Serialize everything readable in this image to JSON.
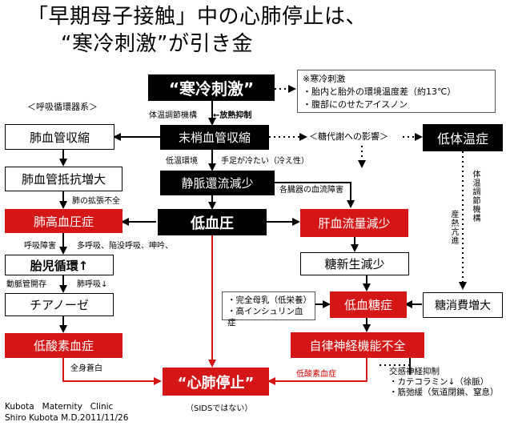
{
  "title": {
    "line1": "「早期母子接触」中の心肺停止は、",
    "line2": "“寒冷刺激”が引き金"
  },
  "section_label": "＜呼吸循環器系＞",
  "nodes": {
    "cold": "“寒冷刺激”",
    "peripheral": "末梢血管収縮",
    "low_temp": "低体温症",
    "pulm_constrict": "肺血管収縮",
    "pulm_resist": "肺血管抵抗増大",
    "venous": "静脈還流減少",
    "pulm_htn": "肺高血圧症",
    "hypotension": "低血圧",
    "liver": "肝血流量減少",
    "fetal": "胎児循環↑",
    "gluconeo": "糖新生減少",
    "cyanosis": "チアノーゼ",
    "hypoglycemia": "低血糖症",
    "glucose_use": "糖消費増大",
    "hypoxemia": "低酸素血症",
    "autonomic": "自律神経機能不全",
    "arrest": "“心肺停止”"
  },
  "notes": {
    "cold_causes": [
      "※寒冷刺激",
      "・胎内と胎外の環境温度差（約13℃）",
      "・腹部にのせたアイスノン"
    ],
    "hypoglycemia_causes": [
      "・完全母乳（低栄養）",
      "・高インシュリン血症"
    ],
    "sympathetic": [
      "交感神経抑制",
      "・カテコラミン↓（徐脈）",
      "・筋弛緩（気道閉鎖、窒息）"
    ]
  },
  "labels": {
    "thermo": "体温調節機構",
    "release_inhibit": "←放熱抑制",
    "low_env": "低温環境",
    "cold_hands": "手足が冷たい（冷え性）",
    "sugar_effect": "＜糖代謝への影響＞",
    "organ_flow": "各臓器の血流障害",
    "pulm_dilate": "肺の拡張不全",
    "resp_distress": "呼吸障害",
    "breathing": "多呼吸、陥没呼吸、呻吟、",
    "ductus": "動脈管開存",
    "pulm_breath": "肺呼吸↓",
    "whole_pale": "全身蒼白",
    "hypoxemia_red": "低酸素血症",
    "sids": "（SIDSではない）",
    "vertical_thermo": "体温調節機構",
    "vertical_heat": "産熱亢進"
  },
  "credit": {
    "line1": "Kubota   Maternity   Clinic",
    "line2": "Shiro Kubota M.D.2011/11/26"
  },
  "colors": {
    "red": "#d41616",
    "black": "#000000"
  }
}
